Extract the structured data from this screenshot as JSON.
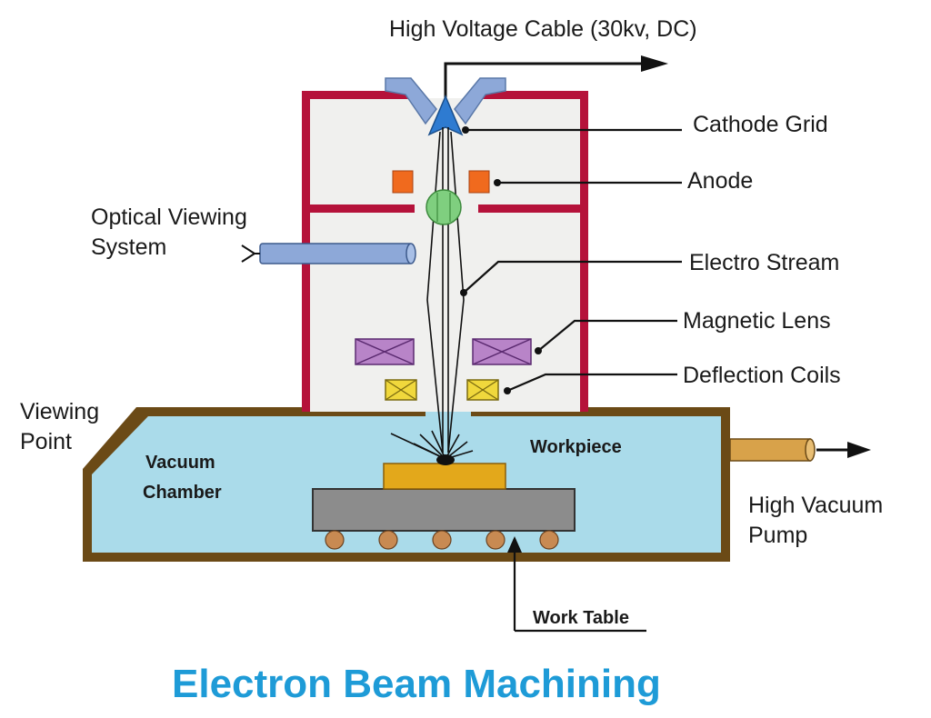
{
  "title": "Electron Beam Machining",
  "labels": {
    "cable": "High Voltage Cable (30kv, DC)",
    "cathode": "Cathode Grid",
    "anode": "Anode",
    "optical_line1": "Optical Viewing",
    "optical_line2": "System",
    "stream": "Electro Stream",
    "lens": "Magnetic Lens",
    "coils": "Deflection Coils",
    "viewing_line1": "Viewing",
    "viewing_line2": "Point",
    "vacuum_line1": "Vacuum",
    "vacuum_line2": "Chamber",
    "workpiece": "Workpiece",
    "pump_line1": "High Vacuum",
    "pump_line2": "Pump",
    "table": "Work Table"
  },
  "colors": {
    "column_frame": "#b5123a",
    "column_fill": "#f0f0ee",
    "chamber_frame": "#6b4a16",
    "chamber_fill": "#aadbea",
    "cathode": "#2e7bd1",
    "anode": "#f06a1e",
    "aperture": "#7fcf7f",
    "lens": "#b884c8",
    "coils": "#f0d83c",
    "workpiece": "#e3a81b",
    "table": "#8c8c8c",
    "rollers": "#c88a52",
    "pump_pipe": "#d8a24a",
    "optical_tube": "#8da8d8",
    "title": "#1e9bd7"
  }
}
